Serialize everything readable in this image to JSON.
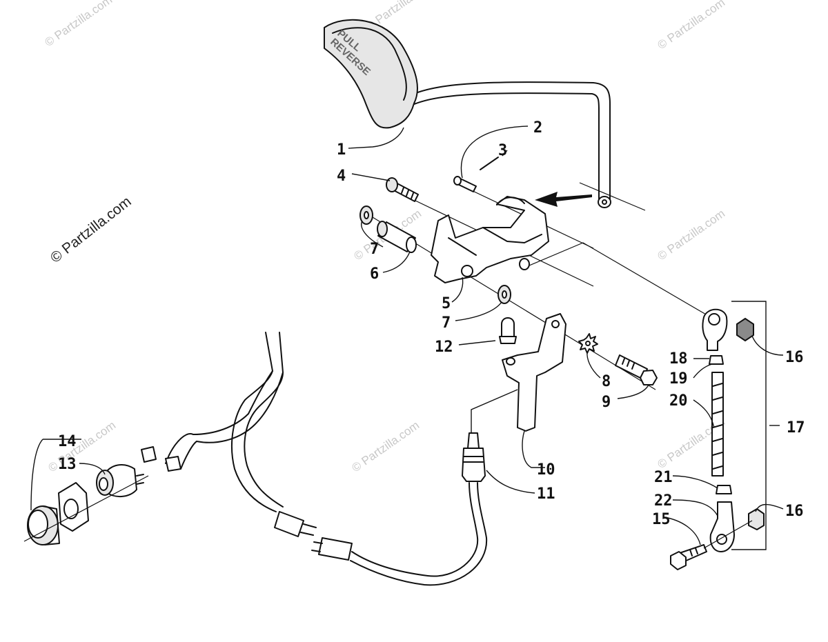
{
  "watermark": {
    "main": "© Partzilla.com",
    "faint": "© Partzilla.com"
  },
  "grip_text": {
    "line1": "PULL",
    "line2": "REVERSE"
  },
  "callouts": {
    "n1": "1",
    "n2": "2",
    "n3": "3",
    "n4": "4",
    "n5": "5",
    "n6": "6",
    "n7a": "7",
    "n7b": "7",
    "n8": "8",
    "n9": "9",
    "n10": "10",
    "n11": "11",
    "n12": "12",
    "n13": "13",
    "n14": "14",
    "n15": "15",
    "n16a": "16",
    "n16b": "16",
    "n17": "17",
    "n18": "18",
    "n19": "19",
    "n20": "20",
    "n21": "21",
    "n22": "22"
  },
  "colors": {
    "line": "#111111",
    "background": "#ffffff",
    "watermark": "#c8c8c8"
  }
}
